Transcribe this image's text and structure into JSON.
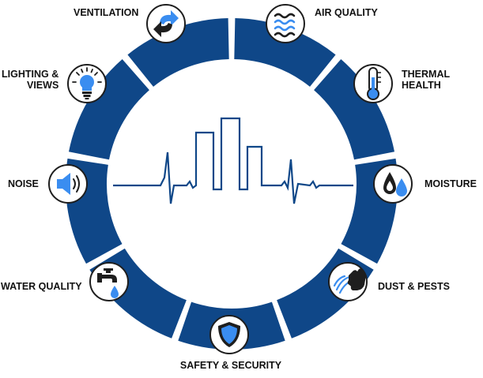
{
  "diagram": {
    "colors": {
      "ring": "#0f4788",
      "accent": "#3a8df0",
      "dark": "#1e1e1e",
      "line": "#0f4788"
    },
    "segments": [
      {
        "id": "air-quality",
        "label_lines": [
          "AIR QUALITY"
        ],
        "icon": "air-waves-icon"
      },
      {
        "id": "thermal-health",
        "label_lines": [
          "THERMAL",
          "HEALTH"
        ],
        "icon": "thermometer-icon"
      },
      {
        "id": "moisture",
        "label_lines": [
          "MOISTURE"
        ],
        "icon": "water-drops-icon"
      },
      {
        "id": "dust-pests",
        "label_lines": [
          "DUST & PESTS"
        ],
        "icon": "hand-wipe-icon"
      },
      {
        "id": "safety-security",
        "label_lines": [
          "SAFETY & SECURITY"
        ],
        "icon": "shield-icon"
      },
      {
        "id": "water-quality",
        "label_lines": [
          "WATER QUALITY"
        ],
        "icon": "faucet-icon"
      },
      {
        "id": "noise",
        "label_lines": [
          "NOISE"
        ],
        "icon": "speaker-icon"
      },
      {
        "id": "lighting-views",
        "label_lines": [
          "LIGHTING &",
          "VIEWS"
        ],
        "icon": "light-bulb-icon"
      },
      {
        "id": "ventilation",
        "label_lines": [
          "VENTILATION"
        ],
        "icon": "circular-arrows-icon"
      }
    ]
  }
}
